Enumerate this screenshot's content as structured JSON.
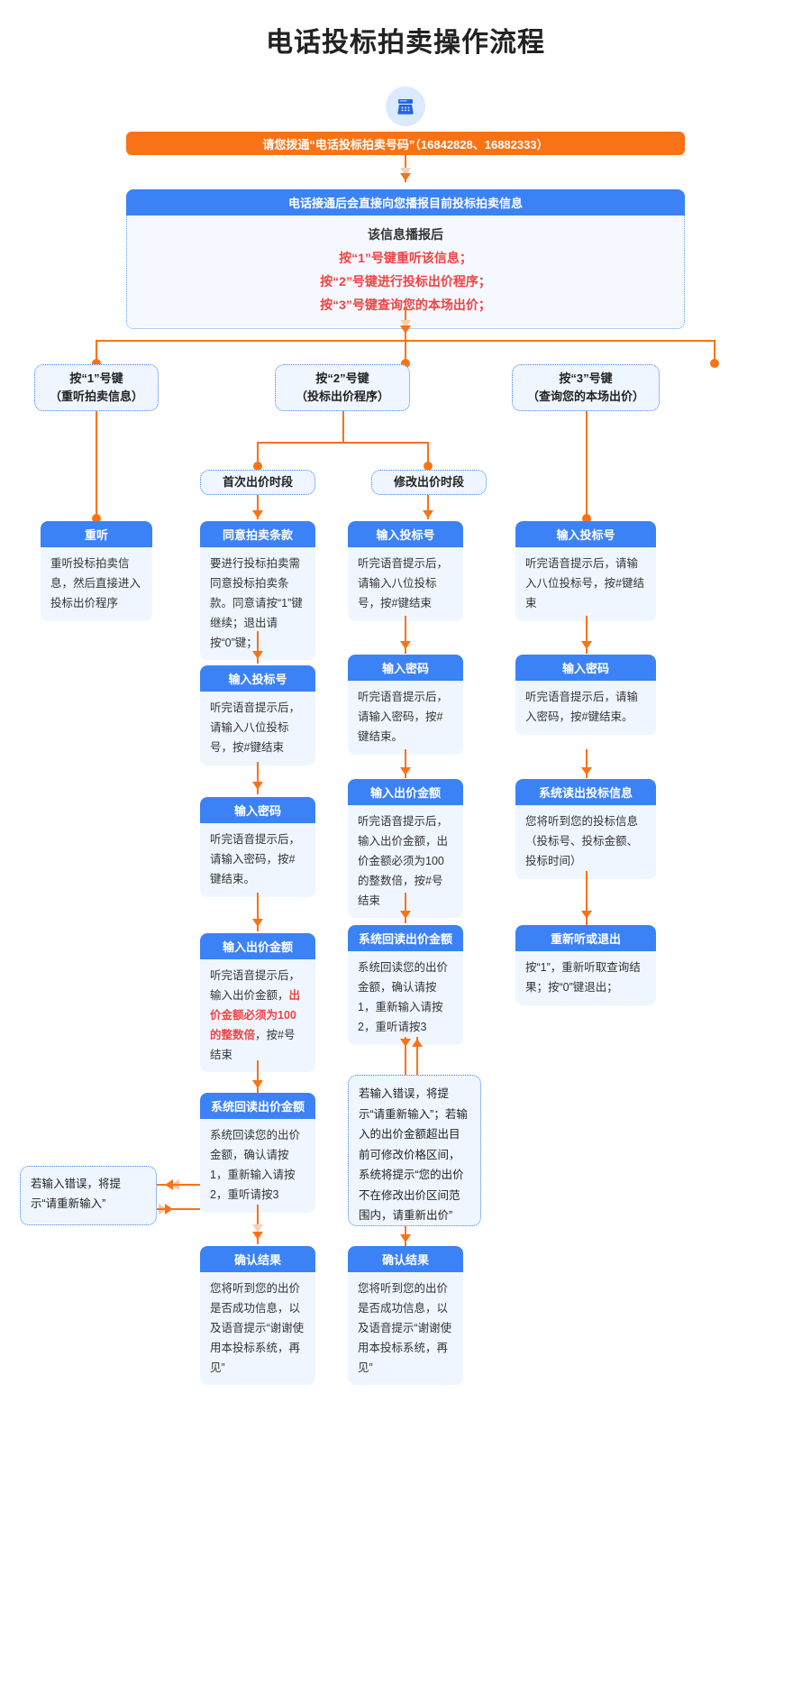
{
  "title": "电话投标拍卖操作流程",
  "icon": {
    "phone": "telephone-icon"
  },
  "colors": {
    "orange": "#f97316",
    "blue": "#3b82f6",
    "light_blue": "#eff6ff",
    "red": "#ef4444"
  },
  "banner": {
    "text": "请您拨通“电话投标拍卖号码”（16842828、16882333）"
  },
  "info": {
    "head": "电话接通后会直接向您播报目前投标拍卖信息",
    "line1": "该信息播报后",
    "line2": "按“1”号键重听该信息；",
    "line3": "按“2”号键进行投标出价程序；",
    "line4": "按“3”号键查询您的本场出价；"
  },
  "branches": [
    {
      "line1": "按“1”号键",
      "line2": "（重听拍卖信息）"
    },
    {
      "line1": "按“2”号键",
      "line2": "（投标出价程序）"
    },
    {
      "line1": "按“3”号键",
      "line2": "（查询您的本场出价）"
    }
  ],
  "sub_branches": [
    {
      "label": "首次出价时段"
    },
    {
      "label": "修改出价时段"
    }
  ],
  "col1": [
    {
      "head": "重听",
      "body": "重听投标拍卖信息，然后直接进入投标出价程序"
    }
  ],
  "col2": [
    {
      "head": "同意拍卖条款",
      "body": "要进行投标拍卖需同意投标拍卖条款。同意请按“1”键继续；退出请按“0”键；"
    },
    {
      "head": "输入投标号",
      "body": "听完语音提示后，请输入八位投标号，按#键结束"
    },
    {
      "head": "输入密码",
      "body": "听完语音提示后，请输入密码，按#键结束。"
    },
    {
      "head": "输入出价金额",
      "body_pre": "听完语音提示后，输入出价金额，",
      "body_red": "出价金额必须为100的整数倍",
      "body_post": "，按#号结束"
    },
    {
      "head": "系统回读出价金额",
      "body": "系统回读您的出价金额，确认请按1，重新输入请按2，重听请按3"
    },
    {
      "head": "确认结果",
      "body": "您将听到您的出价是否成功信息，以及语音提示“谢谢使用本投标系统，再见”"
    }
  ],
  "col3": [
    {
      "head": "输入投标号",
      "body": "听完语音提示后，请输入八位投标号，按#键结束"
    },
    {
      "head": "输入密码",
      "body": "听完语音提示后，请输入密码，按#键结束。"
    },
    {
      "head": "输入出价金额",
      "body": "听完语音提示后，输入出价金额，出价金额必须为100的整数倍，按#号结束"
    },
    {
      "head": "系统回读出价金额",
      "body": "系统回读您的出价金额，确认请按1，重新输入请按2，重听请按3"
    },
    {
      "head": "确认结果",
      "body": "您将听到您的出价是否成功信息，以及语音提示“谢谢使用本投标系统，再见”"
    }
  ],
  "col4": [
    {
      "head": "输入投标号",
      "body": "听完语音提示后，请输入八位投标号，按#键结束"
    },
    {
      "head": "输入密码",
      "body": "听完语音提示后，请输入密码，按#键结束。"
    },
    {
      "head": "系统读出投标信息",
      "body": "您将听到您的投标信息（投标号、投标金额、投标时间）"
    },
    {
      "head": "重新听或退出",
      "body": "按“1”，重新听取查询结果；按“0”键退出；"
    }
  ],
  "notes": {
    "left": "若输入错误，将提示“请重新输入”",
    "middle": "若输入错误，将提示“请重新输入”；若输入的出价金额超出目前可修改价格区间，系统将提示“您的出价不在修改出价区间范围内，请重新出价”"
  }
}
